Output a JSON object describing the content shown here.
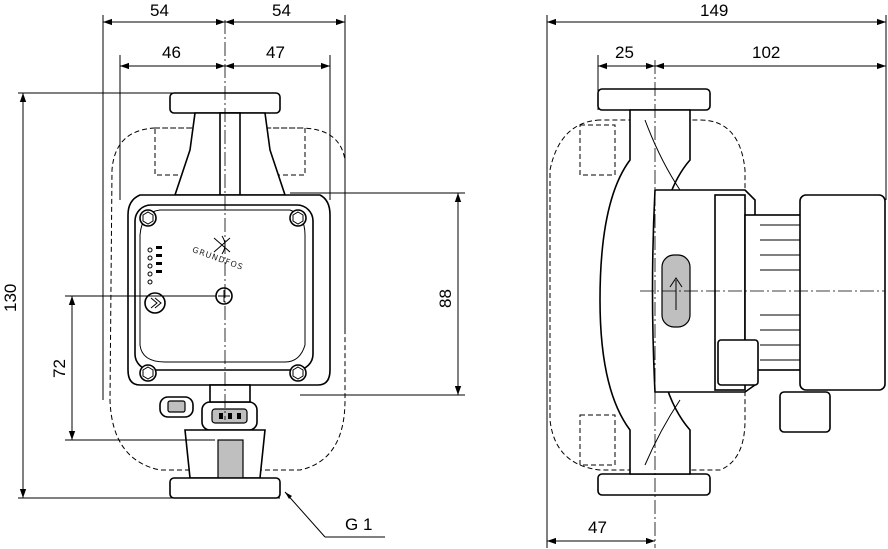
{
  "dimensions": {
    "front": {
      "top_left": "54",
      "top_right": "54",
      "inner_left": "46",
      "inner_right": "47",
      "overall_height": "130",
      "center_height": "72",
      "control_box_height": "88",
      "thread": "G 1"
    },
    "side": {
      "overall_length": "149",
      "left_offset": "25",
      "right_length": "102",
      "bottom_offset": "47"
    }
  },
  "logo": {
    "text": "GRUNDFOS"
  }
}
